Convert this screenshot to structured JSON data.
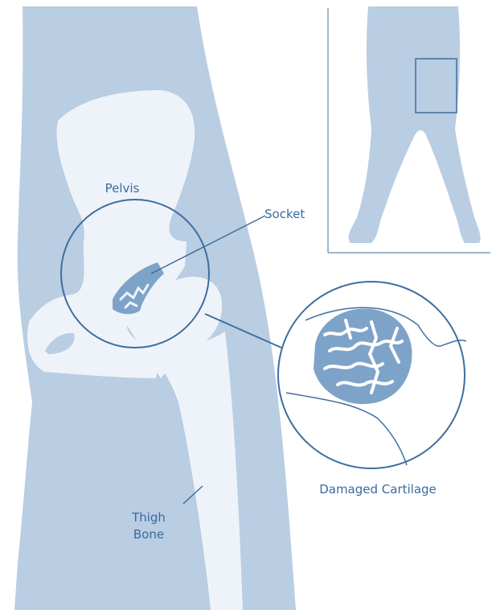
{
  "labels": {
    "pelvis": "Pelvis",
    "socket": "Socket",
    "thigh_line1": "Thigh",
    "thigh_line2": "Bone",
    "damaged_cartilage": "Damaged Cartilage"
  },
  "colors": {
    "soft_tissue": "#b9cde3",
    "bone": "#eef3f9",
    "cartilage": "#7ea3c9",
    "outline": "#3f6e9e",
    "label_text": "#3a6aa0",
    "body_silhouette": "#b9cde3",
    "background": "#ffffff"
  }
}
